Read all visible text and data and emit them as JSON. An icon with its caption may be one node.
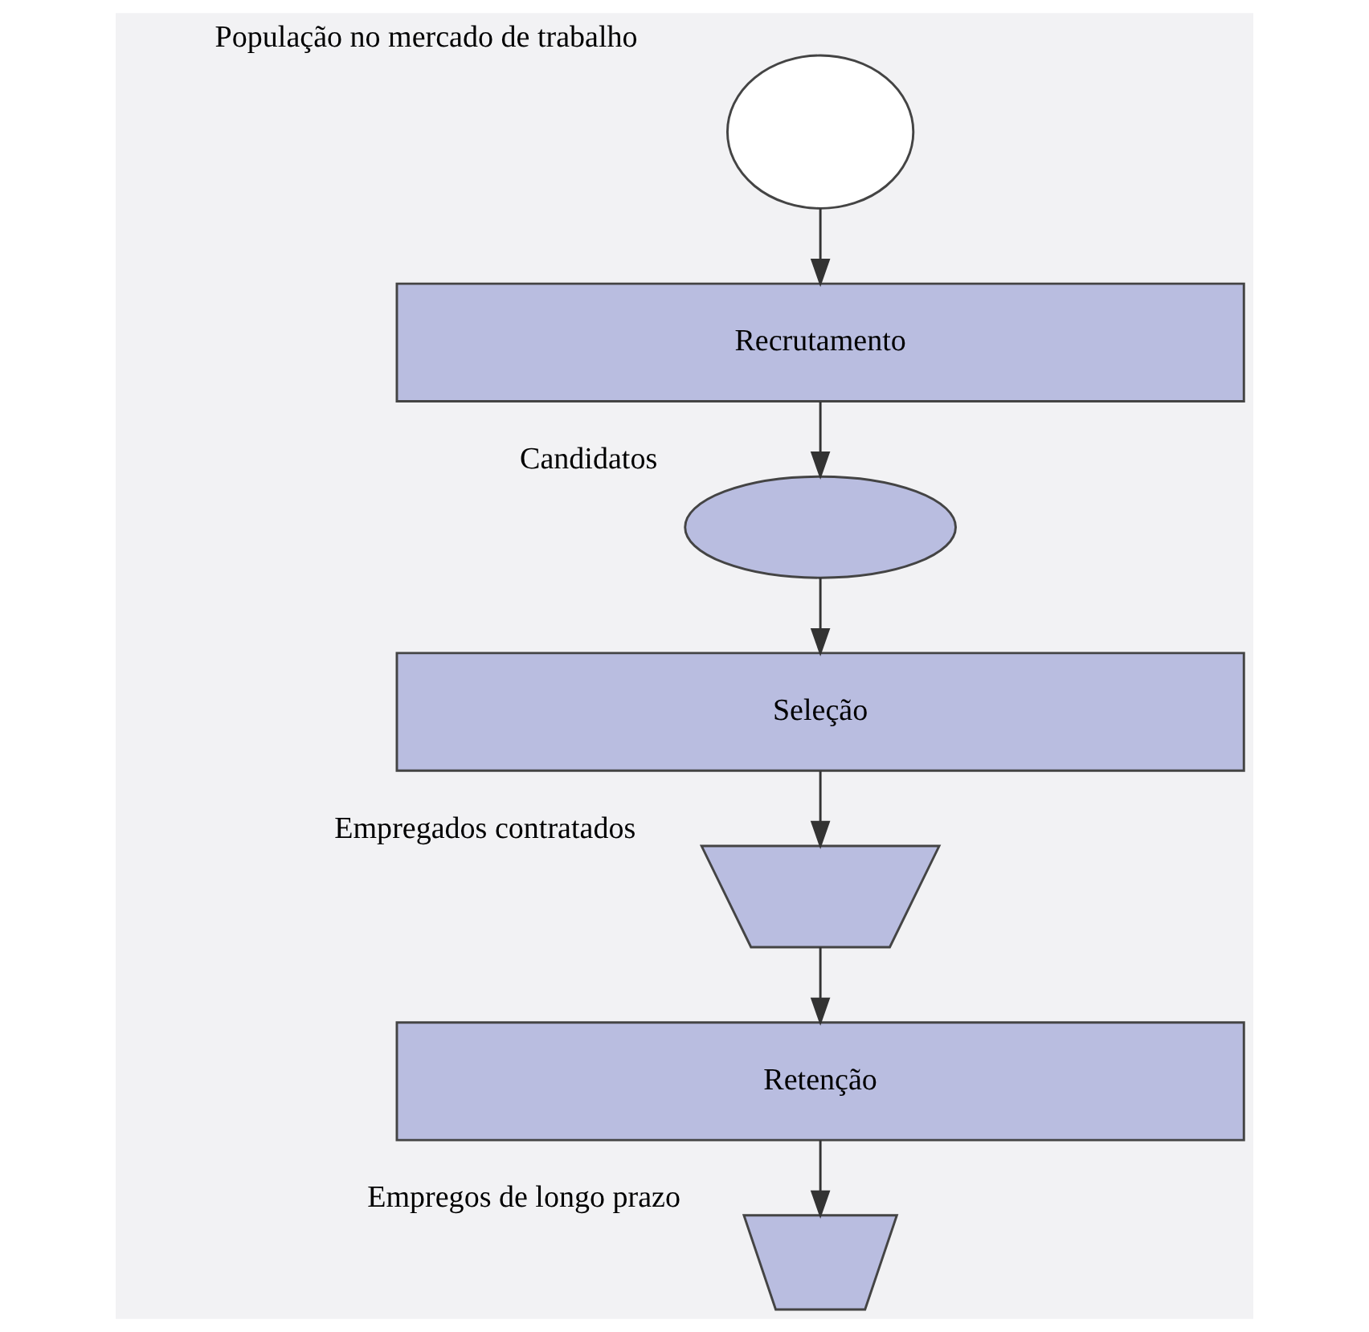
{
  "diagram": {
    "nodes": [
      {
        "text": [
          "População no mercado de trabalho"
        ]
      },
      {
        "text": [
          "Recrutamento"
        ]
      },
      {
        "text": [
          "Candidatos"
        ]
      },
      {
        "text": [
          "Seleção"
        ]
      },
      {
        "text": [
          "Empregados contratados"
        ]
      },
      {
        "text": [
          "Retenção"
        ]
      },
      {
        "text": [
          "Empregos de longo prazo"
        ]
      }
    ],
    "edges": [
      {
        "from": 0,
        "to": 1,
        "arrow": "to"
      },
      {
        "from": 1,
        "to": 2,
        "arrow": "to"
      },
      {
        "from": 2,
        "to": 3,
        "arrow": "to"
      },
      {
        "from": 3,
        "to": 4,
        "arrow": "to"
      },
      {
        "from": 4,
        "to": 5,
        "arrow": "to"
      },
      {
        "from": 5,
        "to": 6,
        "arrow": "to"
      }
    ]
  }
}
